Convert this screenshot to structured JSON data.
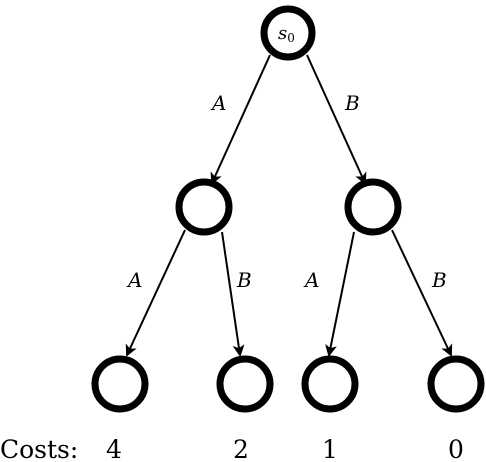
{
  "root": {
    "label": "s",
    "subscript": "0"
  },
  "edges": {
    "root_left": "A",
    "root_right": "B",
    "left_left": "A",
    "left_right": "B",
    "right_left": "A",
    "right_right": "B"
  },
  "costs": {
    "label": "Costs:",
    "values": [
      "4",
      "2",
      "1",
      "0"
    ]
  }
}
